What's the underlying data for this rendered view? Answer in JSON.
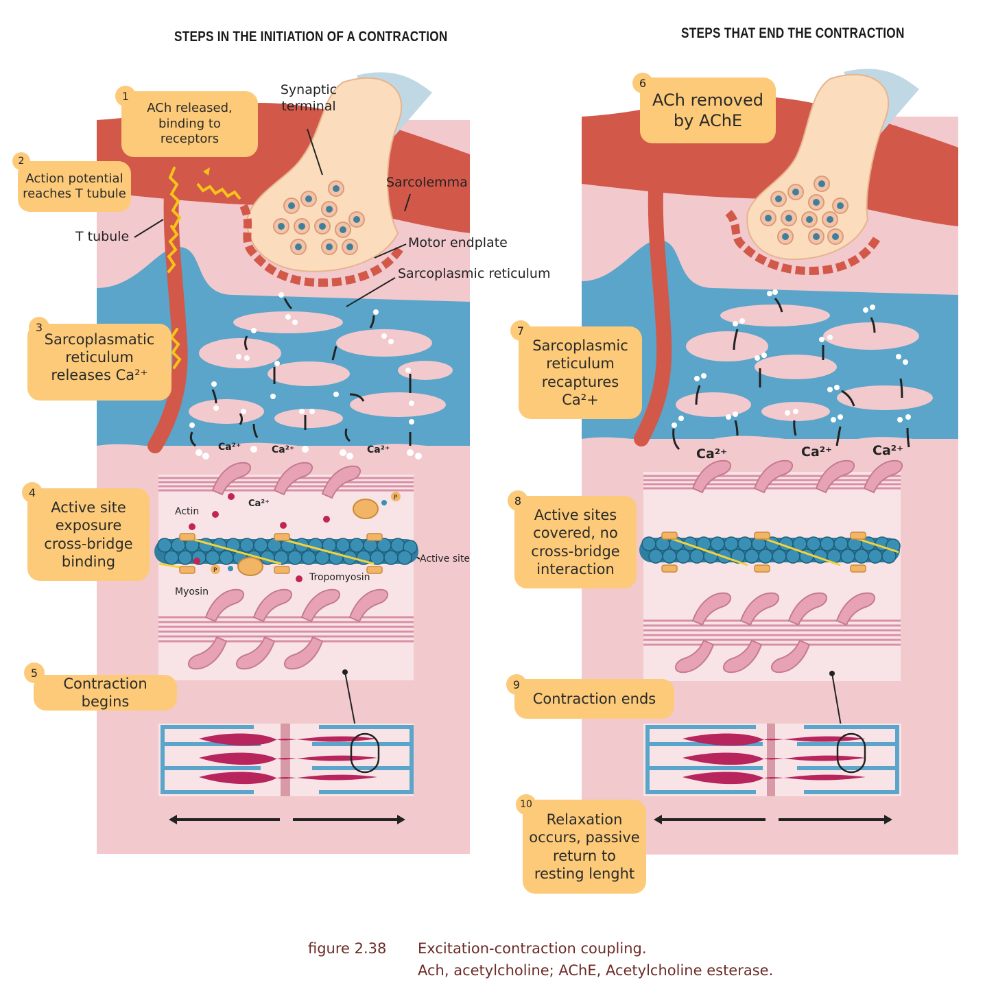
{
  "headings": {
    "left": "STEPS IN THE INITIATION OF A CONTRACTION",
    "right": "STEPS THAT END THE CONTRACTION"
  },
  "steps": [
    {
      "number": "1",
      "text": "ACh  released, binding to receptors"
    },
    {
      "number": "2",
      "text": "Action potential reaches T tubule"
    },
    {
      "number": "3",
      "text": "Sarcoplasmatic reticulum releases Ca²⁺"
    },
    {
      "number": "4",
      "text": "Active site exposure cross-bridge binding"
    },
    {
      "number": "5",
      "text": "Contraction begins"
    },
    {
      "number": "6",
      "text": "ACh  removed by AChE"
    },
    {
      "number": "7",
      "text": "Sarcoplasmic reticulum recaptures Ca²+"
    },
    {
      "number": "8",
      "text": "Active sites covered, no cross-bridge interaction"
    },
    {
      "number": "9",
      "text": "Contraction ends"
    },
    {
      "number": "10",
      "text": "Relaxation occurs, passive return to resting lenght"
    }
  ],
  "labels": {
    "synaptic_terminal": "Synaptic terminal",
    "sarcolemma": "Sarcolemma",
    "t_tubule": "T tubule",
    "motor_endplate": "Motor endplate",
    "sarcoplasmic_reticulum": "Sarcoplasmic reticulum",
    "actin": "Actin",
    "myosin": "Myosin",
    "tropomyosin": "Tropomyosin",
    "active_site": "Active site",
    "calcium": "Ca²⁺",
    "phosphate": "P"
  },
  "caption": {
    "figure": "figure 2.38",
    "line1": "Excitation-contraction coupling.",
    "line2": "Ach, acetylcholine; AChE, Acetylcholine esterase."
  },
  "colors": {
    "sarcolemma": "#d2584a",
    "cytoplasm": "#f2c9cc",
    "reticulum": "#5aa5c9",
    "terminal": "#fbdcbc",
    "vesicle_blue": "#3f7f9c",
    "callout": "#fcca78",
    "myosin": "#d98fa5",
    "actin": "#2f7ea0",
    "sarcomere_thick": "#b8245c",
    "caption": "#6b2a26"
  }
}
